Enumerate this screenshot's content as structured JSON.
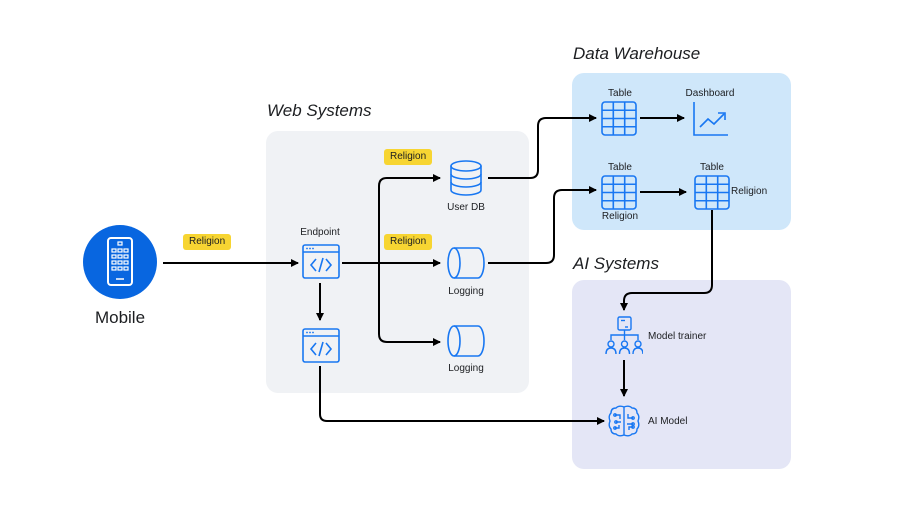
{
  "groups": {
    "web": {
      "title": "Web Systems"
    },
    "warehouse": {
      "title": "Data Warehouse"
    },
    "ai": {
      "title": "AI Systems"
    }
  },
  "nodes": {
    "mobile": {
      "label": "Mobile",
      "icon": "mobile-phone-icon"
    },
    "endpoint": {
      "label": "Endpoint",
      "icon": "code-window-icon"
    },
    "endpoint2": {
      "label": "",
      "icon": "code-window-icon"
    },
    "user_db": {
      "label": "User DB",
      "icon": "database-icon"
    },
    "logging1": {
      "label": "Logging",
      "icon": "cylinder-storage-icon"
    },
    "logging2": {
      "label": "Logging",
      "icon": "cylinder-storage-icon"
    },
    "table1": {
      "label": "Table",
      "icon": "table-grid-icon"
    },
    "dashboard": {
      "label": "Dashboard",
      "icon": "line-chart-icon"
    },
    "table2": {
      "label": "Table",
      "sublabel": "Religion",
      "icon": "table-grid-icon"
    },
    "table3": {
      "label": "Table",
      "sublabel": "Religion",
      "icon": "table-grid-icon"
    },
    "model_trainer": {
      "label": "Model trainer",
      "icon": "model-trainer-icon"
    },
    "ai_model": {
      "label": "AI Model",
      "icon": "brain-circuit-icon"
    }
  },
  "tags": {
    "mobile_to_endpoint": "Religion",
    "to_user_db": "Religion",
    "to_logging": "Religion"
  },
  "colors": {
    "icon_blue": "#1877f2",
    "mobile_circle": "#0866e0",
    "tag_yellow": "#f7d532",
    "web_bg": "#f0f2f5",
    "warehouse_bg": "#cfe7fa",
    "ai_bg": "#e4e6f6",
    "arrow": "#000000"
  }
}
